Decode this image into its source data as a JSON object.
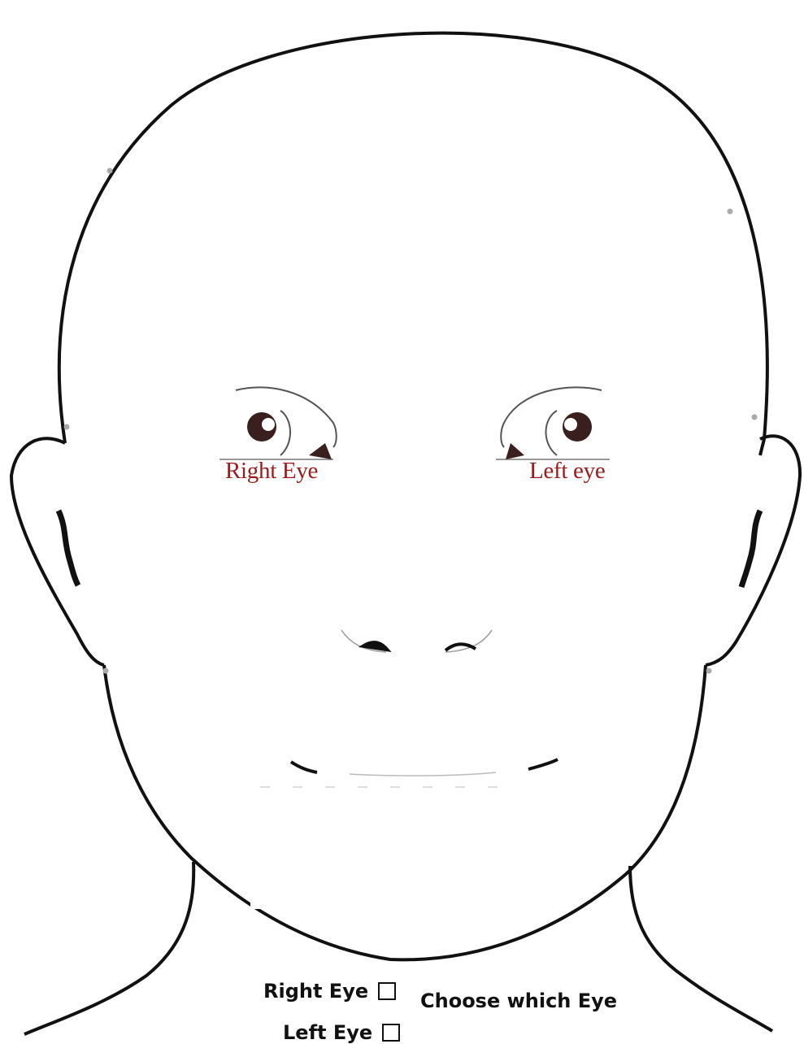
{
  "labels": {
    "right_eye": "Right Eye",
    "left_eye": "Left eye"
  },
  "form": {
    "title": "Choose which Eye",
    "options": [
      {
        "label": "Right Eye",
        "checked": false
      },
      {
        "label": "Left Eye",
        "checked": false
      }
    ]
  },
  "colors": {
    "outline": "#111111",
    "eye_label": "#9b1c1c",
    "iris": "#3a1f1f"
  }
}
